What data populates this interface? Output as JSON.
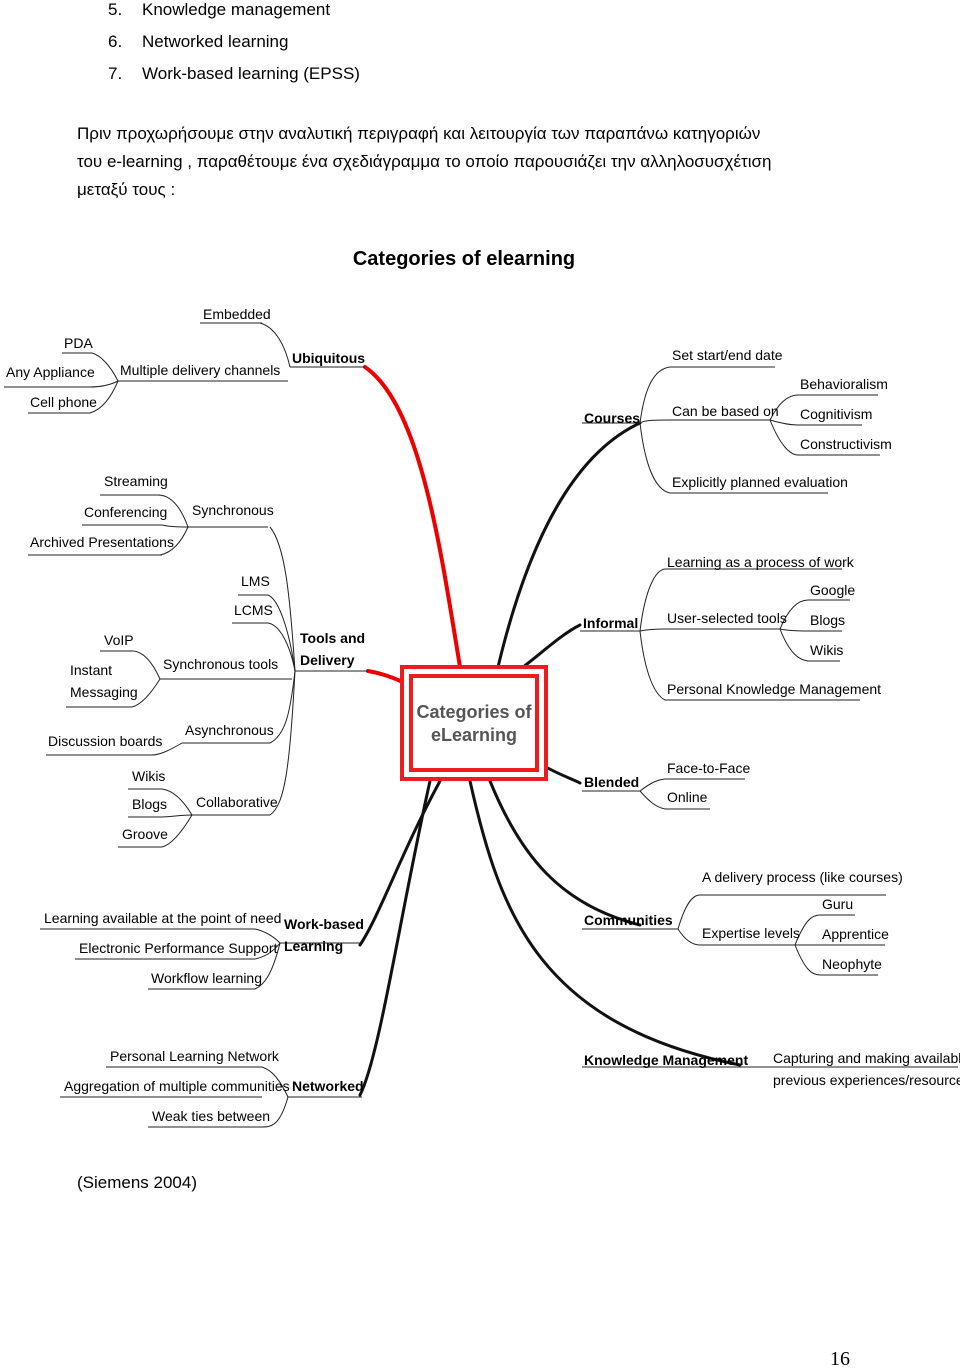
{
  "list": [
    {
      "num": "5.",
      "text": "Knowledge management"
    },
    {
      "num": "6.",
      "text": "Networked learning"
    },
    {
      "num": "7.",
      "text": "Work-based learning (EPSS)"
    }
  ],
  "paragraph": [
    "Πριν προχωρήσουμε στην αναλυτική περιγραφή και λειτουργία των παραπάνω κατηγοριών",
    "του e-learning , παραθέτουμε ένα σχεδιάγραμμα το οποίο παρουσιάζει την αλληλοσυσχέτιση",
    "μεταξύ τους :"
  ],
  "figure_title": "Categories of elearning",
  "mindmap": {
    "center": [
      "Categories of",
      "eLearning"
    ],
    "left": [
      {
        "label": "Ubiquitous",
        "children": [
          {
            "label": "Embedded"
          },
          {
            "label": "Multiple delivery channels",
            "children": [
              "PDA",
              "Any Appliance",
              "Cell phone"
            ]
          }
        ]
      },
      {
        "label": "Tools and Delivery",
        "children": [
          {
            "label": "Synchronous",
            "children": [
              "Streaming",
              "Conferencing",
              "Archived Presentations"
            ]
          },
          {
            "label": "LMS"
          },
          {
            "label": "LCMS"
          },
          {
            "label": "Synchronous tools",
            "children": [
              "VoIP",
              "Instant Messaging"
            ]
          },
          {
            "label": "Asynchronous",
            "children": [
              "Discussion boards"
            ]
          },
          {
            "label": "Collaborative",
            "children": [
              "Wikis",
              "Blogs",
              "Groove"
            ]
          }
        ]
      },
      {
        "label": "Work-based Learning",
        "children": [
          {
            "label": "Learning available at the point of need"
          },
          {
            "label": "Electronic Performance Support"
          },
          {
            "label": "Workflow learning"
          }
        ]
      },
      {
        "label": "Networked",
        "children": [
          {
            "label": "Personal Learning Network"
          },
          {
            "label": "Aggregation of multiple communities"
          },
          {
            "label": "Weak ties between"
          }
        ]
      }
    ],
    "right": [
      {
        "label": "Courses",
        "children": [
          {
            "label": "Set start/end date"
          },
          {
            "label": "Can be based on",
            "children": [
              "Behavioralism",
              "Cognitivism",
              "Constructivism"
            ]
          },
          {
            "label": "Explicitly planned evaluation"
          }
        ]
      },
      {
        "label": "Informal",
        "children": [
          {
            "label": "Learning as a process of work"
          },
          {
            "label": "User-selected tools",
            "children": [
              "Google",
              "Blogs",
              "Wikis"
            ]
          },
          {
            "label": "Personal Knowledge Management"
          }
        ]
      },
      {
        "label": "Blended",
        "children": [
          {
            "label": "Face-to-Face"
          },
          {
            "label": "Online"
          }
        ]
      },
      {
        "label": "Communities",
        "children": [
          {
            "label": "A delivery process (like courses)"
          },
          {
            "label": "Expertise levels",
            "children": [
              "Guru",
              "Apprentice",
              "Neophyte"
            ]
          }
        ]
      },
      {
        "label": "Knowledge Management",
        "children": [
          {
            "label": "Capturing and making available previous experiences/resources"
          }
        ]
      }
    ]
  },
  "colors": {
    "accent_red": "#ee0000",
    "center_border": "#ee1c1c"
  },
  "caption": "(Siemens 2004)",
  "page_number": "16"
}
